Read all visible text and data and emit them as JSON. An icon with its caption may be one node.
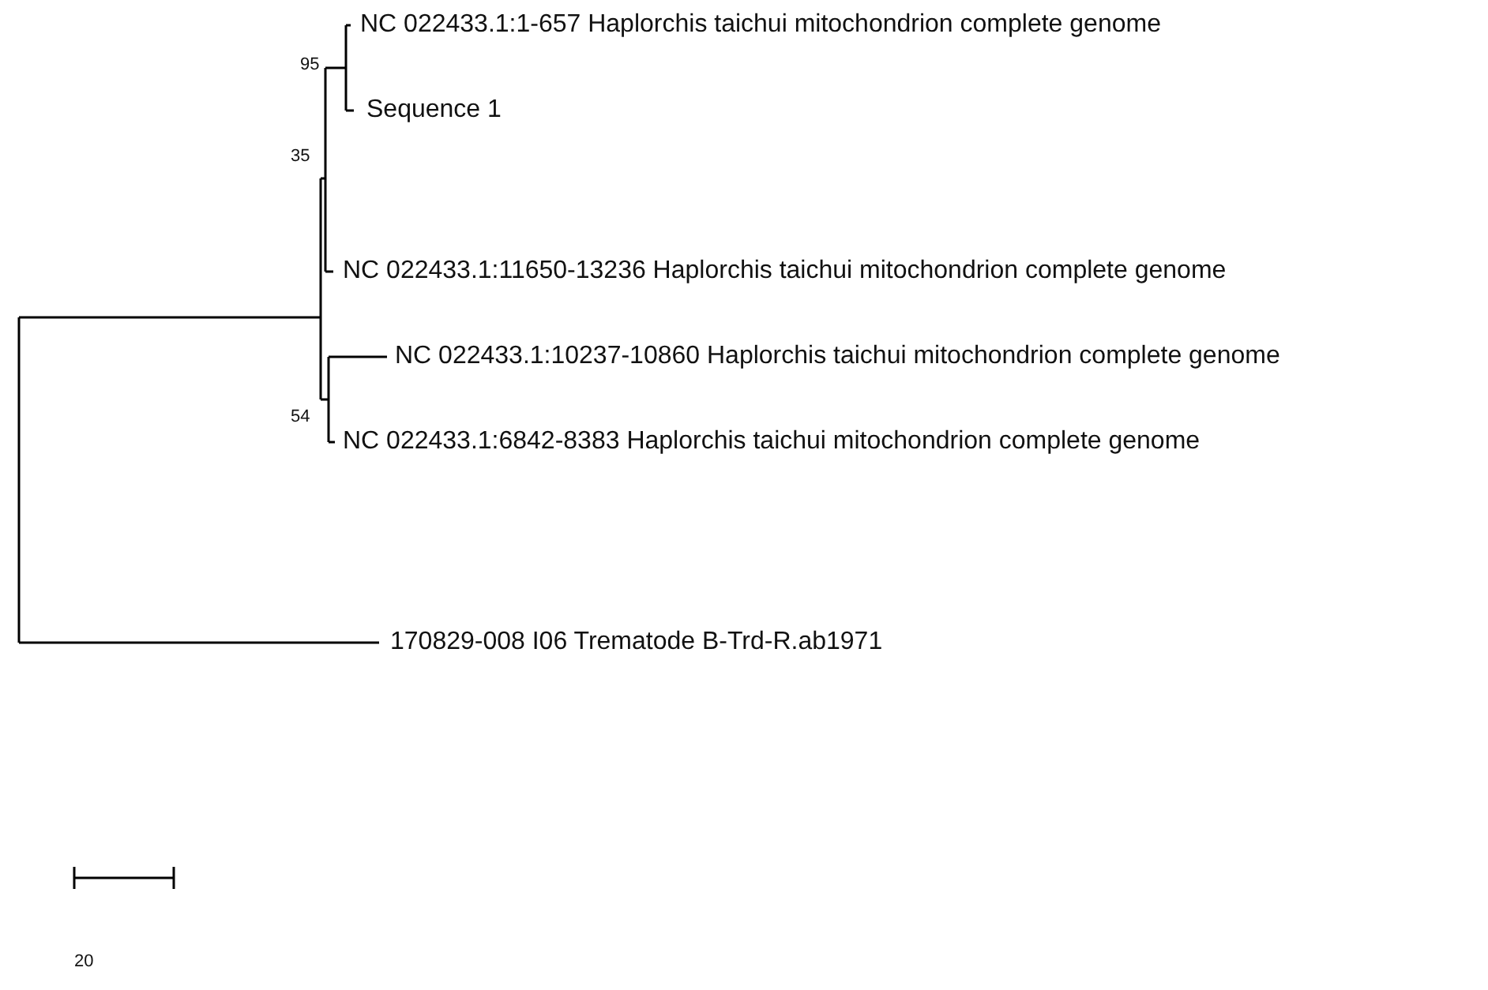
{
  "diagram": {
    "labels": [
      "NC 022433.1:1-657 Haplorchis taichui mitochondrion complete genome",
      "95",
      "Sequence 1",
      "35",
      "NC 022433.1:11650-13236 Haplorchis taichui mitochondrion complete genome",
      "NC 022433.1:10237-10860 Haplorchis taichui mitochondrion complete genome",
      "54",
      "NC 022433.1:6842-8383 Haplorchis taichui mitochondrion complete genome",
      "170829-008 I06 Trematode B-Trd-R.ab1971",
      "20"
    ]
  }
}
